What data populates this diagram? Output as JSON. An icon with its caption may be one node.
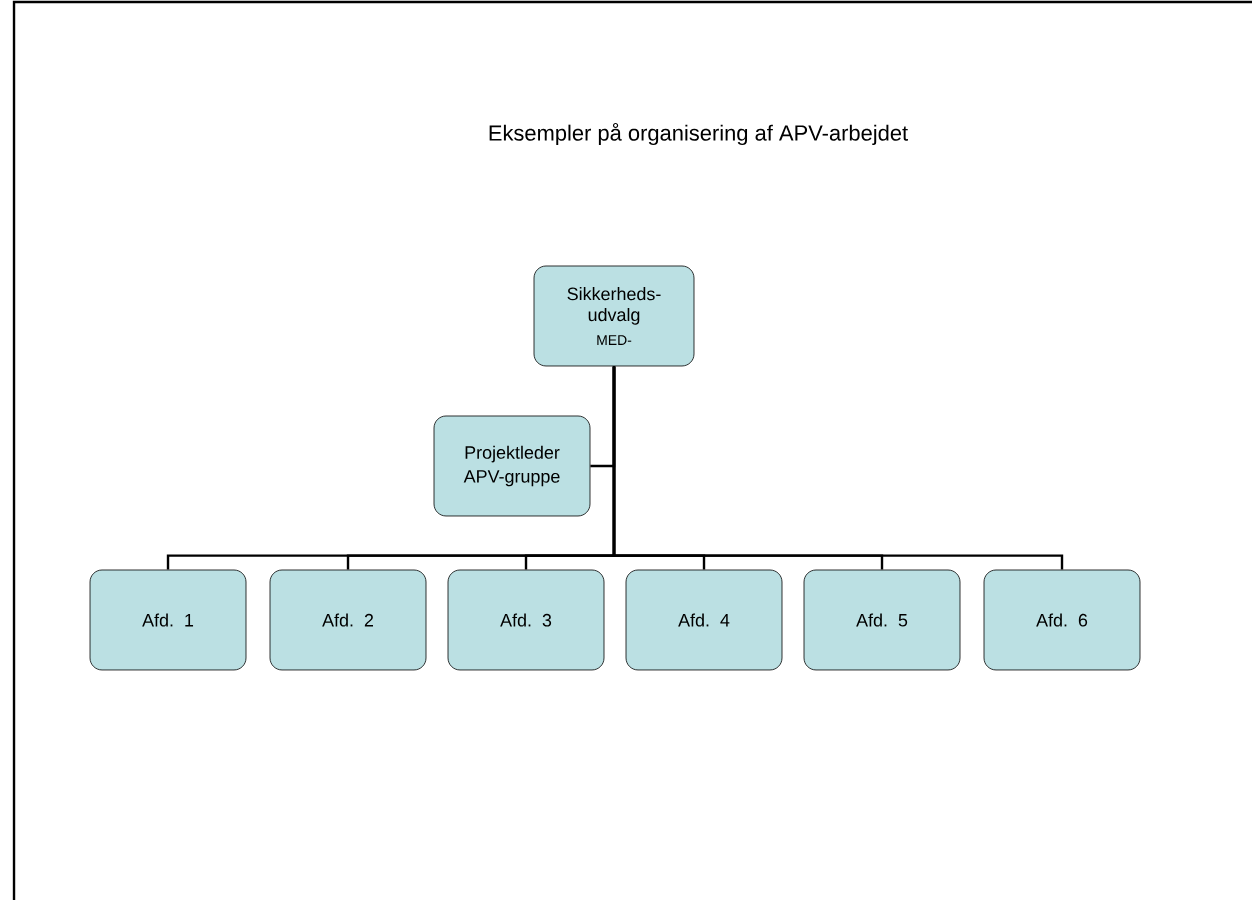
{
  "diagram": {
    "title": "Eksempler på organisering af APV-arbejdet",
    "nodes": [
      {
        "text": [
          "Sikkerheds- udvalg",
          "MED-"
        ]
      },
      {
        "text": [
          "Projektleder APV-gruppe"
        ]
      },
      {
        "text": [
          "Afd. 1"
        ]
      },
      {
        "text": [
          "Afd. 2"
        ]
      },
      {
        "text": [
          "Afd. 3"
        ]
      },
      {
        "text": [
          "Afd. 4"
        ]
      },
      {
        "text": [
          "Afd. 5"
        ]
      },
      {
        "text": [
          "Afd. 6"
        ]
      }
    ],
    "edges": [
      {
        "from": 0,
        "to": 1,
        "arrow": "none"
      },
      {
        "from": 0,
        "to": 2,
        "arrow": "none"
      },
      {
        "from": 0,
        "to": 3,
        "arrow": "none"
      },
      {
        "from": 0,
        "to": 4,
        "arrow": "none"
      },
      {
        "from": 0,
        "to": 5,
        "arrow": "none"
      },
      {
        "from": 0,
        "to": 6,
        "arrow": "none"
      },
      {
        "from": 0,
        "to": 7,
        "arrow": "none"
      }
    ]
  }
}
